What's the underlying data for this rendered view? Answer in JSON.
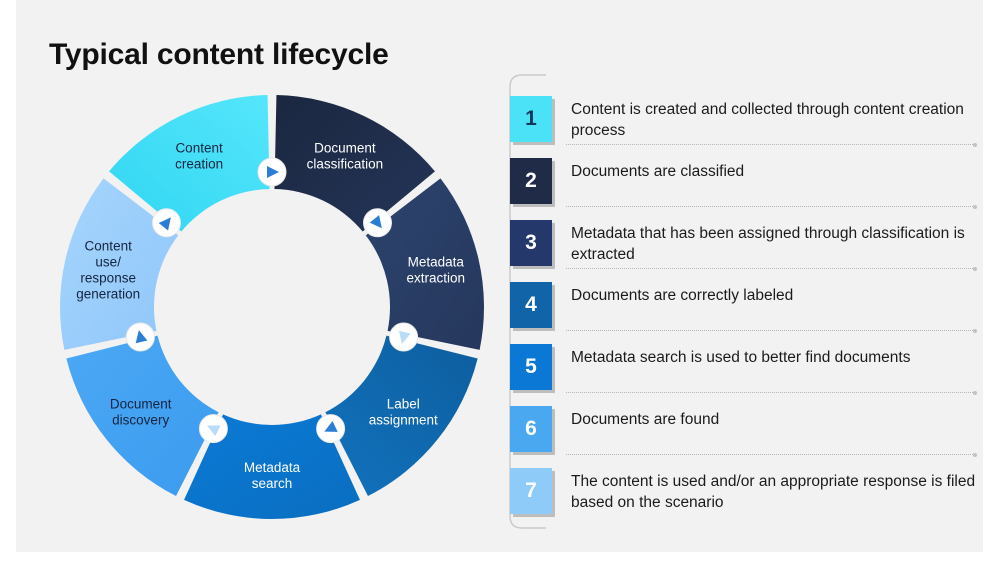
{
  "slide": {
    "title": "Typical content lifecycle",
    "background": "#f2f2f2"
  },
  "chart_data": {
    "type": "pie",
    "title": "Typical content lifecycle",
    "subtype": "donut-cycle",
    "segments_equal": true,
    "segment_count": 7,
    "categories": [
      "Content creation",
      "Document classification",
      "Metadata extraction",
      "Label assignment",
      "Metadata search",
      "Document discovery",
      "Content use/ response generation"
    ],
    "values": [
      14.2857,
      14.2857,
      14.2857,
      14.2857,
      14.2857,
      14.2857,
      14.2857
    ],
    "colors": [
      "#4be1f7",
      "#1d2c49",
      "#2a3f68",
      "#0f63a8",
      "#0a78d2",
      "#4aa8f5",
      "#9cd0fb"
    ],
    "legend": "none",
    "grid": false
  },
  "donut": {
    "segments": [
      {
        "id": "content-creation",
        "label_lines": [
          "Content",
          "creation"
        ],
        "color_start": "#55e6fb",
        "color_end": "#31d6f2",
        "text_tone": "dark"
      },
      {
        "id": "document-classification",
        "label_lines": [
          "Document",
          "classification"
        ],
        "color_start": "#1b2740",
        "color_end": "#243558",
        "text_tone": "light"
      },
      {
        "id": "metadata-extraction",
        "label_lines": [
          "Metadata",
          "extraction"
        ],
        "color_start": "#2c446e",
        "color_end": "#26375c",
        "text_tone": "light"
      },
      {
        "id": "label-assignment",
        "label_lines": [
          "Label",
          "assignment"
        ],
        "color_start": "#0d5e9e",
        "color_end": "#1272bd",
        "text_tone": "light"
      },
      {
        "id": "metadata-search",
        "label_lines": [
          "Metadata",
          "search"
        ],
        "color_start": "#0b7ad6",
        "color_end": "#0a6ec0",
        "text_tone": "light"
      },
      {
        "id": "document-discovery",
        "label_lines": [
          "Document",
          "discovery"
        ],
        "color_start": "#4aa8f5",
        "color_end": "#3d9bef",
        "text_tone": "dark"
      },
      {
        "id": "content-use-response-generation",
        "label_lines": [
          "Content",
          "use/",
          "response",
          "generation"
        ],
        "color_start": "#a6d5fc",
        "color_end": "#8fc6fa",
        "text_tone": "dark"
      }
    ],
    "markers": [
      {
        "id": "marker-1",
        "tone": "solid"
      },
      {
        "id": "marker-2",
        "tone": "pale"
      },
      {
        "id": "marker-3",
        "tone": "solid"
      },
      {
        "id": "marker-4",
        "tone": "pale"
      },
      {
        "id": "marker-5",
        "tone": "solid"
      },
      {
        "id": "marker-6",
        "tone": "solid"
      },
      {
        "id": "marker-7",
        "tone": "solid"
      }
    ]
  },
  "list": {
    "items": [
      {
        "number": "1",
        "text": "Content is created and collected through content creation process",
        "color": "#4be1f7",
        "number_color": "#103a58"
      },
      {
        "number": "2",
        "text": "Documents are classified",
        "color": "#1f2b47",
        "number_color": "#ffffff"
      },
      {
        "number": "3",
        "text": "Metadata that has been assigned through classification is extracted",
        "color": "#25386b",
        "number_color": "#ffffff"
      },
      {
        "number": "4",
        "text": "Documents are correctly labeled",
        "color": "#1164a8",
        "number_color": "#ffffff"
      },
      {
        "number": "5",
        "text": "Metadata search is used to better find documents",
        "color": "#0a78d4",
        "number_color": "#ffffff"
      },
      {
        "number": "6",
        "text": "Documents are found",
        "color": "#4aa8f0",
        "number_color": "#ffffff"
      },
      {
        "number": "7",
        "text": "The content is used and/or an appropriate response is filed based on the scenario",
        "color": "#8fcbf8",
        "number_color": "#ffffff"
      }
    ]
  }
}
